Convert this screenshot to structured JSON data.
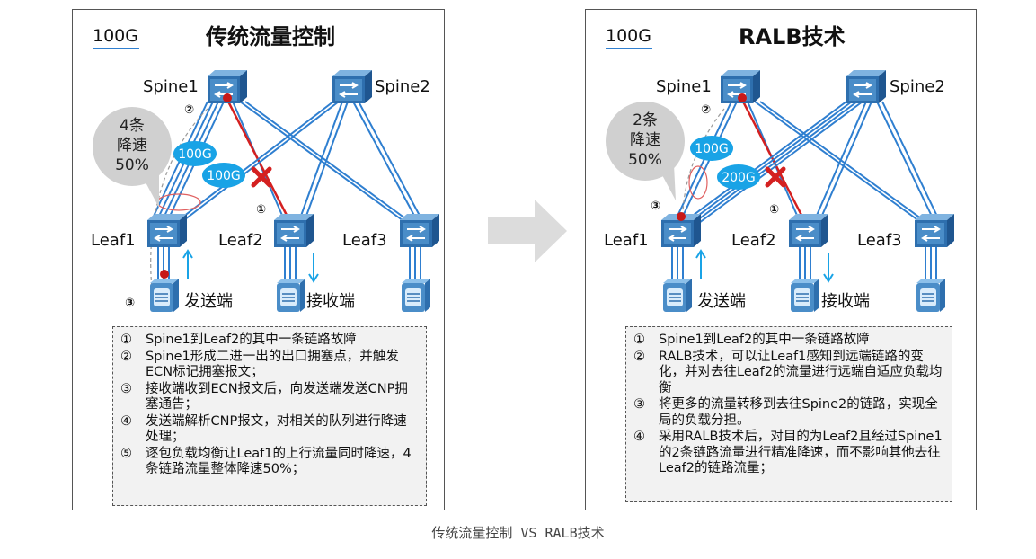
{
  "left": {
    "speed": "100G",
    "title": "传统流量控制",
    "nodes": {
      "spine1": "Spine1",
      "spine2": "Spine2",
      "leaf1": "Leaf1",
      "leaf2": "Leaf2",
      "leaf3": "Leaf3"
    },
    "hosts": {
      "sender": "发送端",
      "receiver": "接收端"
    },
    "bubble": [
      "4条",
      "降速",
      "50%"
    ],
    "rates": [
      "100G",
      "100G"
    ],
    "markers": [
      "②",
      "①",
      "③"
    ],
    "notes": [
      {
        "marker": "①",
        "text": "Spine1到Leaf2的其中一条链路故障"
      },
      {
        "marker": "②",
        "text": "Spine1形成二进一出的出口拥塞点，并触发ECN标记拥塞报文；"
      },
      {
        "marker": "③",
        "text": "接收端收到ECN报文后，向发送端发送CNP拥塞通告；"
      },
      {
        "marker": "④",
        "text": "发送端解析CNP报文，对相关的队列进行降速处理；"
      },
      {
        "marker": "⑤",
        "text": "逐包负载均衡让Leaf1的上行流量同时降速，4条链路流量整体降速50%；"
      }
    ]
  },
  "right": {
    "speed": "100G",
    "title": "RALB技术",
    "nodes": {
      "spine1": "Spine1",
      "spine2": "Spine2",
      "leaf1": "Leaf1",
      "leaf2": "Leaf2",
      "leaf3": "Leaf3"
    },
    "hosts": {
      "sender": "发送端",
      "receiver": "接收端"
    },
    "bubble": [
      "2条",
      "降速",
      "50%"
    ],
    "rates": [
      "100G",
      "200G"
    ],
    "markers": [
      "②",
      "①",
      "③"
    ],
    "notes": [
      {
        "marker": "①",
        "text": "Spine1到Leaf2的其中一条链路故障"
      },
      {
        "marker": "②",
        "text": "RALB技术，可以让Leaf1感知到远端链路的变化，并对去往Leaf2的流量进行远端自适应负载均衡"
      },
      {
        "marker": "③",
        "text": "将更多的流量转移到去往Spine2的链路，实现全局的负载分担。"
      },
      {
        "marker": "④",
        "text": "采用RALB技术后，对目的为Leaf2且经过Spine1的2条链路流量进行精准降速，而不影响其他去往Leaf2的链路流量；"
      }
    ]
  },
  "caption": "传统流量控制 VS RALB技术",
  "colors": {
    "link": "#2f7fd0",
    "fault": "#d42020",
    "rate_bubble": "#19a3e6",
    "switch": "#4a8dc8",
    "arrow": "#dcdcdc"
  }
}
